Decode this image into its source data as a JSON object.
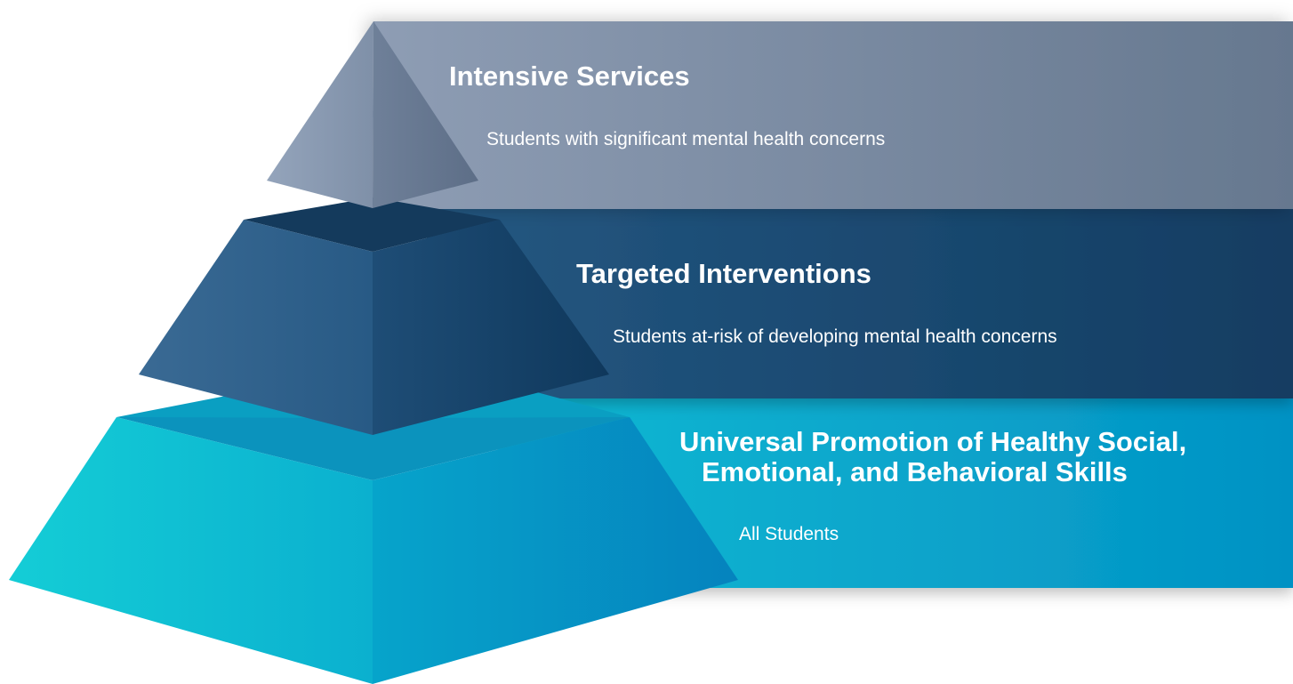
{
  "colors": {
    "tier1_band": "#7a8ba5",
    "tier2_band": "#1c4a72",
    "tier3_band": "#0aa3cc",
    "tier1_pyramid": "#8a9bb3",
    "tier2_pyramid": "#2a5a85",
    "tier3_pyramid": "#12b6d0"
  },
  "tiers": [
    {
      "title": "Intensive Services",
      "description": "Students with significant mental health concerns"
    },
    {
      "title_line1": "Targeted Interventions",
      "description": "Students at-risk of developing mental health concerns"
    },
    {
      "title_line1": "Universal Promotion of Healthy Social,",
      "title_line2": "Emotional, and Behavioral Skills",
      "description": "All Students"
    }
  ]
}
